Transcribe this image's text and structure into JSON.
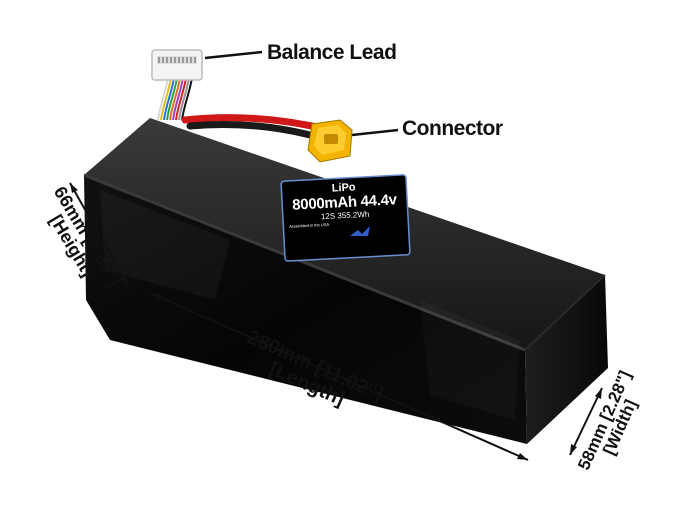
{
  "callouts": {
    "balance_lead": "Balance Lead",
    "connector": "Connector"
  },
  "dimensions": {
    "height_line1": "66mm [2.59\"]",
    "height_line2": "[Height]",
    "length_line1": "280mm [11.02\"]",
    "length_line2": "[Length]",
    "width_line1": "58mm [2.28\"]",
    "width_line2": "[Width]"
  },
  "label": {
    "chemistry": "LiPo",
    "capacity_voltage": "8000mAh 44.4v",
    "config": "12S 355.2Wh",
    "assembled": "Assembled in the USA"
  },
  "colors": {
    "battery_body": "#0a0a0a",
    "wire_red": "#d01818",
    "connector_yellow": "#f2b400",
    "label_border": "#6a8fd0",
    "logo_blue": "#2f5fcf"
  }
}
